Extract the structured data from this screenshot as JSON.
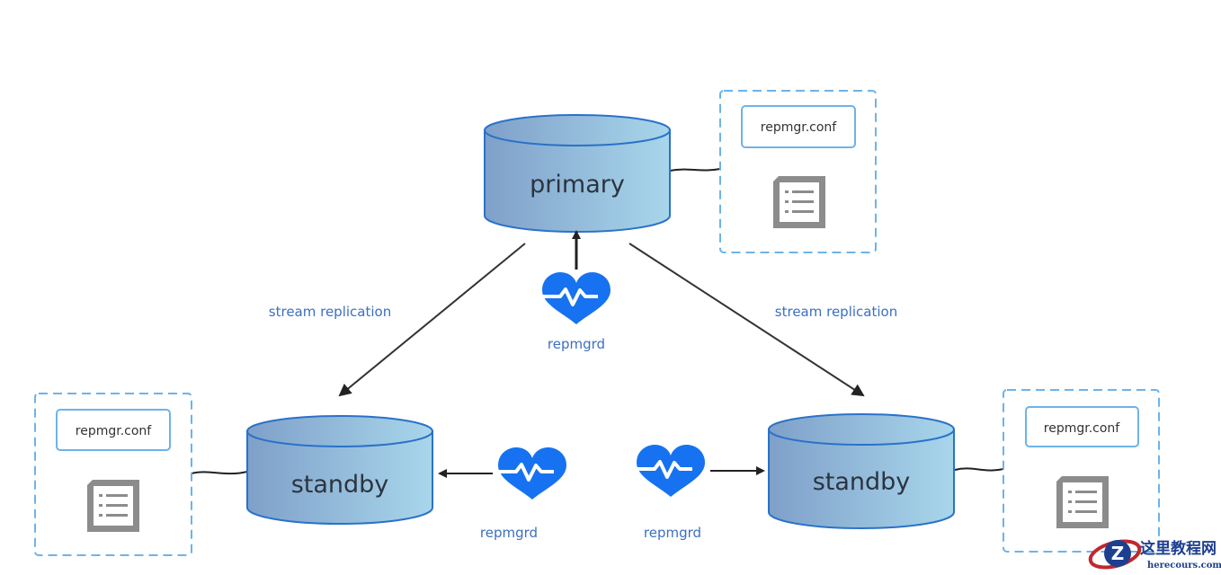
{
  "nodes": {
    "primary": {
      "label": "primary"
    },
    "standby_left": {
      "label": "standby"
    },
    "standby_right": {
      "label": "standby"
    }
  },
  "config_boxes": [
    {
      "label": "repmgr.conf",
      "icon": "document-list-icon"
    },
    {
      "label": "repmgr.conf",
      "icon": "document-list-icon"
    },
    {
      "label": "repmgr.conf",
      "icon": "document-list-icon"
    }
  ],
  "edges": {
    "replication_left": "stream replication",
    "replication_right": "stream replication"
  },
  "daemons": [
    {
      "label": "repmgrd",
      "icon": "heartbeat-icon"
    },
    {
      "label": "repmgrd",
      "icon": "heartbeat-icon"
    },
    {
      "label": "repmgrd",
      "icon": "heartbeat-icon"
    }
  ],
  "watermark": {
    "title": "这里教程网",
    "site": "herecours.com"
  },
  "colors": {
    "cylinder_start": "#7fa3cc",
    "cylinder_end": "#a6d4ea",
    "cylinder_stroke": "#2a72c8",
    "accent": "#1672f0",
    "label": "#3b6fc4",
    "dashed": "#6db3ea"
  }
}
